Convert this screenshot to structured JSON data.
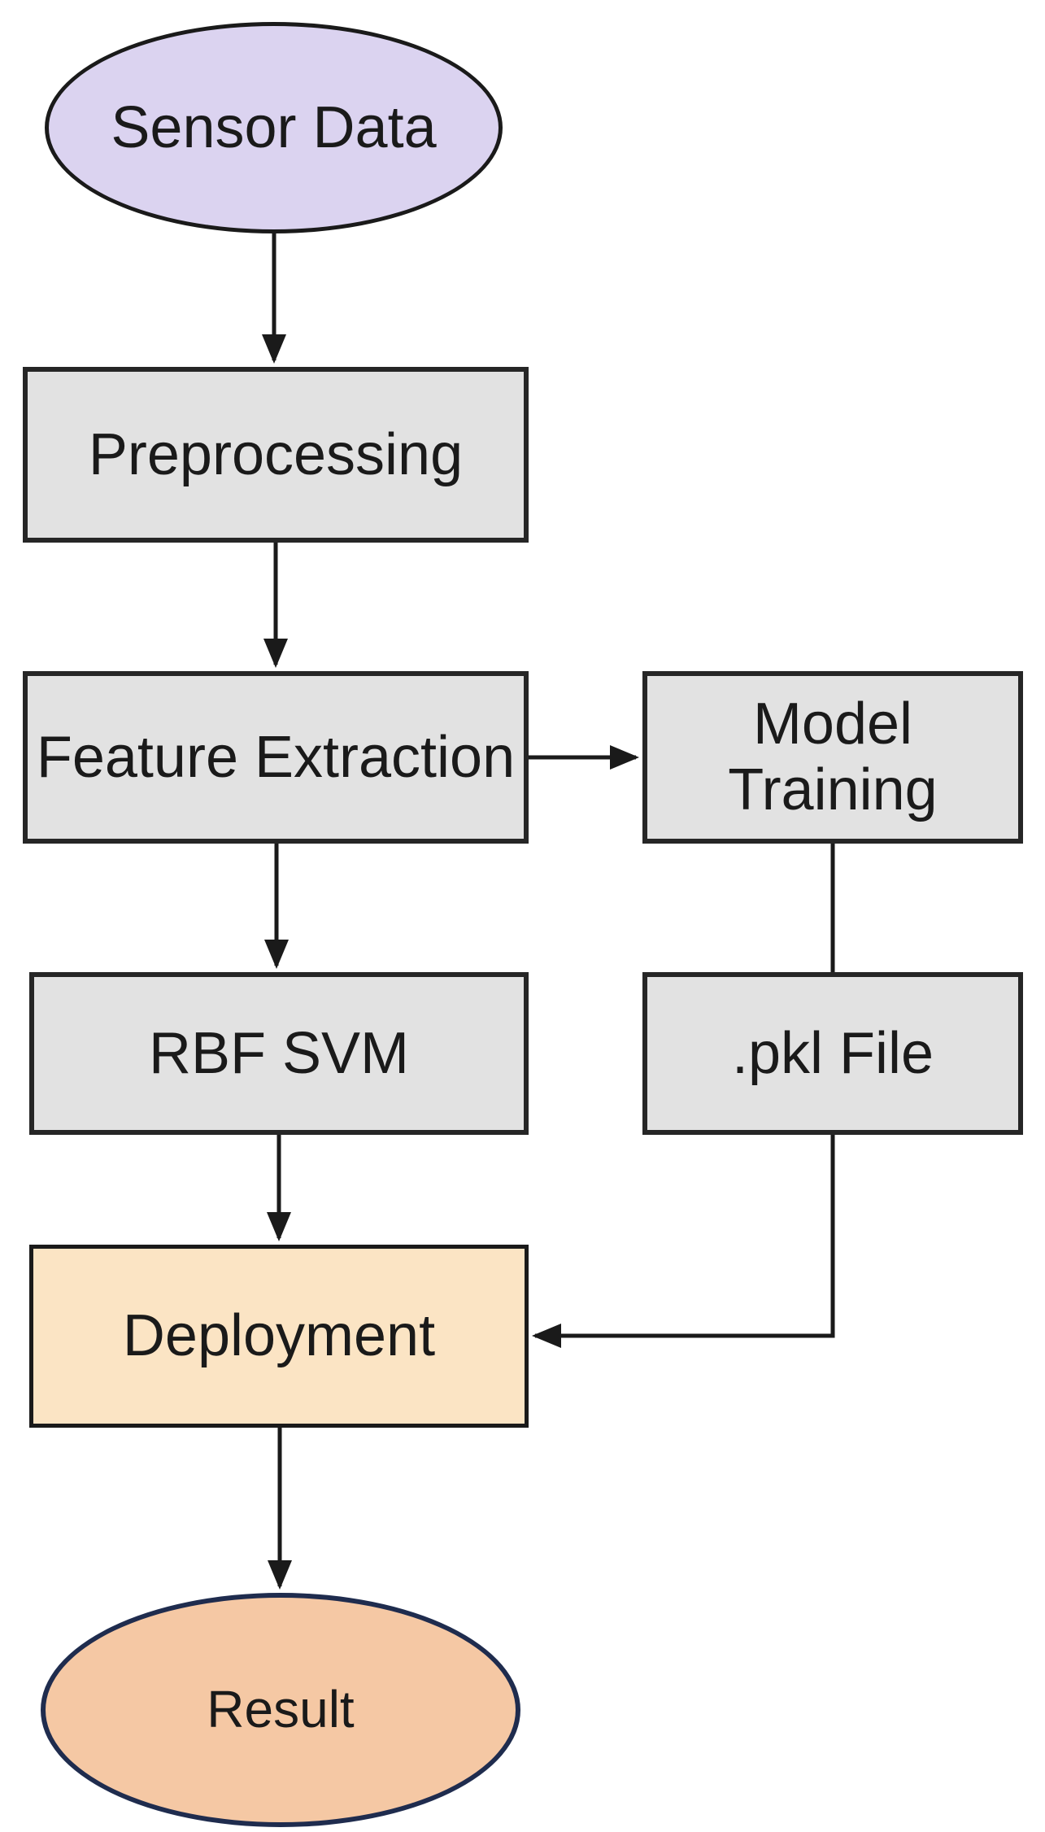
{
  "diagram": {
    "type": "flowchart",
    "background": "#ffffff",
    "text_color": "#1a1a1a",
    "edge_color": "#1a1a1a",
    "nodes": {
      "sensor_data": {
        "label": "Sensor Data",
        "shape": "ellipse",
        "fill": "#dbd3f0",
        "border": "#1a1a1a"
      },
      "preprocessing": {
        "label": "Preprocessing",
        "shape": "rect",
        "fill": "#e2e2e2",
        "border": "#262626"
      },
      "feature_extraction": {
        "label": "Feature Extraction",
        "shape": "rect",
        "fill": "#e2e2e2",
        "border": "#262626"
      },
      "model_training": {
        "label": "Model Training",
        "shape": "rect",
        "fill": "#e2e2e2",
        "border": "#262626"
      },
      "rbf_svm": {
        "label": "RBF SVM",
        "shape": "rect",
        "fill": "#e2e2e2",
        "border": "#262626"
      },
      "pkl_file": {
        "label": ".pkl File",
        "shape": "rect",
        "fill": "#e2e2e2",
        "border": "#262626"
      },
      "deployment": {
        "label": "Deployment",
        "shape": "rect",
        "fill": "#fbe4c4",
        "border": "#1a1a1a"
      },
      "result": {
        "label": "Result",
        "shape": "ellipse",
        "fill": "#f5c8a4",
        "border": "#1f2c4e"
      }
    },
    "edges": [
      {
        "from": "sensor_data",
        "to": "preprocessing",
        "arrow": true
      },
      {
        "from": "preprocessing",
        "to": "feature_extraction",
        "arrow": true
      },
      {
        "from": "feature_extraction",
        "to": "model_training",
        "arrow": true
      },
      {
        "from": "feature_extraction",
        "to": "rbf_svm",
        "arrow": true
      },
      {
        "from": "model_training",
        "to": "pkl_file",
        "arrow": false
      },
      {
        "from": "rbf_svm",
        "to": "deployment",
        "arrow": true
      },
      {
        "from": "pkl_file",
        "to": "deployment",
        "arrow": true
      },
      {
        "from": "deployment",
        "to": "result",
        "arrow": true
      }
    ]
  }
}
